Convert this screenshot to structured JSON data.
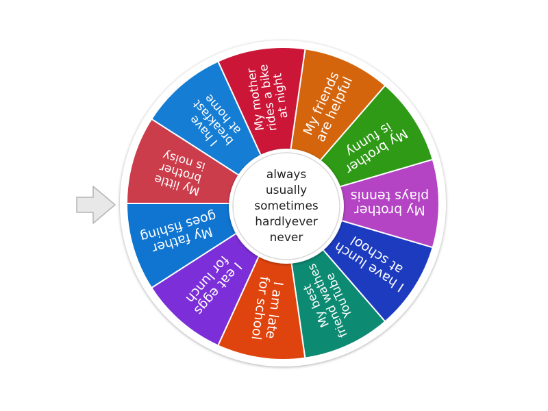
{
  "wheel": {
    "segments": [
      {
        "label": "My friends are helpful",
        "lines": [
          "My friends",
          "are helpful"
        ],
        "color": "#d4650c",
        "flip": false
      },
      {
        "label": "My brother is funny",
        "lines": [
          "My brother",
          "is funny"
        ],
        "color": "#2e9a16",
        "flip": true
      },
      {
        "label": "My brother plays tennis",
        "lines": [
          "My brother",
          "plays tennis"
        ],
        "color": "#b444c4",
        "flip": true
      },
      {
        "label": "I have lunch at school",
        "lines": [
          "I have lunch",
          "at school"
        ],
        "color": "#1c3bbf",
        "flip": true
      },
      {
        "label": "My best friend wathes YouTube",
        "lines": [
          "My best",
          "friend wathes",
          "YouTube"
        ],
        "color": "#0c8a72",
        "flip": true
      },
      {
        "label": "I am late for school",
        "lines": [
          "I am late",
          "for school"
        ],
        "color": "#e0440e",
        "flip": false
      },
      {
        "label": "I eat eggs for lunch",
        "lines": [
          "I eat eggs",
          "for lunch"
        ],
        "color": "#7c2ed8",
        "flip": false
      },
      {
        "label": "My father goes fishing",
        "lines": [
          "My father",
          "goes fishing"
        ],
        "color": "#1075d0",
        "flip": false
      },
      {
        "label": "My little brother is noisy",
        "lines": [
          "My little",
          "brother",
          "is noisy"
        ],
        "color": "#cc3d4c",
        "flip": false
      },
      {
        "label": "I have breakfast at home",
        "lines": [
          "I have",
          "breakfast",
          "at home"
        ],
        "color": "#157ed4",
        "flip": false
      },
      {
        "label": "My mother rides a bike at night",
        "lines": [
          "My mother",
          "rides a bike",
          "at night"
        ],
        "color": "#cc1638",
        "flip": false
      }
    ]
  },
  "hub": {
    "lines": [
      "always",
      "usually",
      "sometimes",
      "hardlyever",
      "never"
    ]
  },
  "pointer": {
    "icon": "pointer-arrow-icon",
    "color": "#e6e6e6"
  },
  "colors": {
    "rim": "#ffffff",
    "shadow": "#bfbfbf",
    "divider": "#ffffff"
  }
}
